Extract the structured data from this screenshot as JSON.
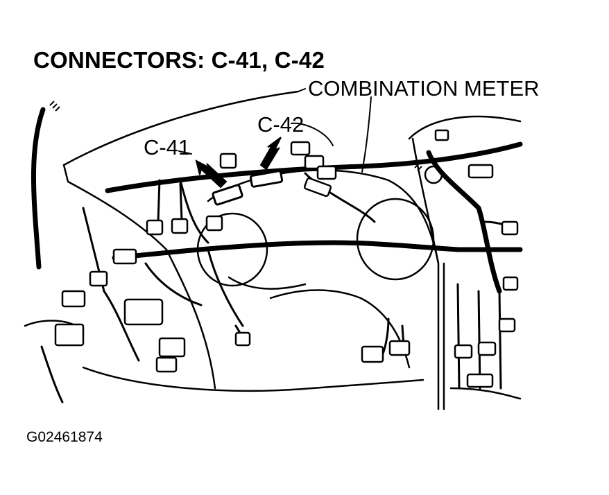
{
  "title": "CONNECTORS: C-41, C-42",
  "labels": {
    "combination_meter": "COMBINATION METER",
    "c42": "C-42",
    "c41": "C-41"
  },
  "figure_id": "G02461874",
  "colors": {
    "ink": "#000000",
    "paper": "#ffffff"
  }
}
